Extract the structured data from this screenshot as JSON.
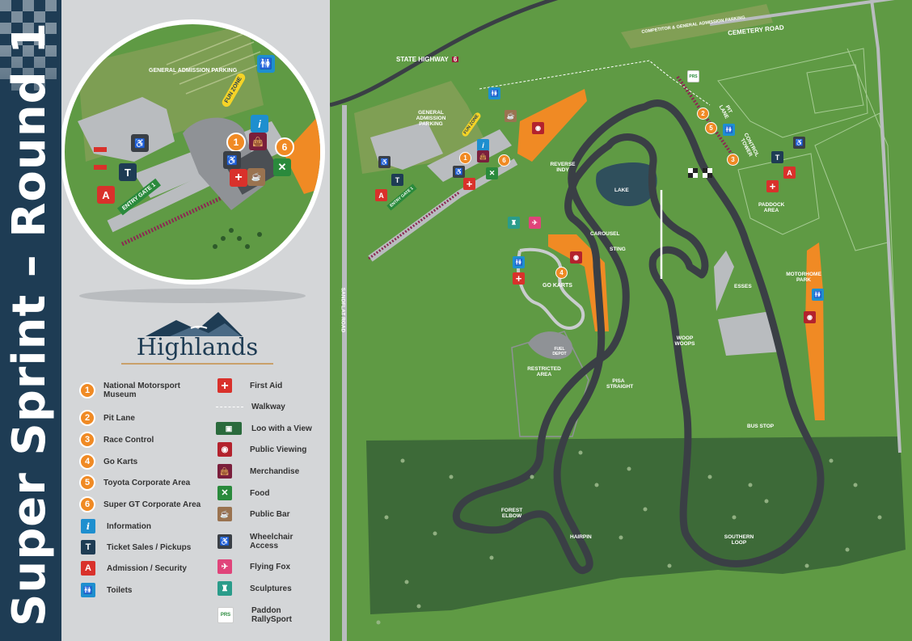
{
  "title": "Super Sprint – Round 1",
  "logo": {
    "name": "Highlands"
  },
  "colors": {
    "accent": "#f08a24",
    "navy": "#1e3c54",
    "grass": "#5f9a44",
    "forest": "#3d6a38",
    "track": "#3a3f45",
    "red": "#d9312b",
    "teal": "#2a9c8a",
    "blue": "#1e8fcf",
    "pink": "#e0447a",
    "brown": "#9a7350",
    "maroon": "#7a1f3c"
  },
  "legend": {
    "numbered": [
      {
        "num": "1",
        "label": "National Motorsport Museum"
      },
      {
        "num": "2",
        "label": "Pit Lane"
      },
      {
        "num": "3",
        "label": "Race Control"
      },
      {
        "num": "4",
        "label": "Go Karts"
      },
      {
        "num": "5",
        "label": "Toyota Corporate Area"
      },
      {
        "num": "6",
        "label": "Super GT Corporate Area"
      }
    ],
    "icons_left": [
      {
        "glyph": "i",
        "icon": "information-icon",
        "label": "Information"
      },
      {
        "glyph": "T",
        "icon": "ticket-icon",
        "label": "Ticket Sales / Pickups"
      },
      {
        "glyph": "A",
        "icon": "admission-icon",
        "label": "Admission / Security"
      },
      {
        "glyph": "🚻",
        "icon": "toilets-icon",
        "label": "Toilets"
      }
    ],
    "icons_right": [
      {
        "glyph": "+",
        "icon": "first-aid-icon",
        "label": "First Aid"
      },
      {
        "glyph": "",
        "icon": "walkway-icon",
        "label": "Walkway"
      },
      {
        "glyph": "▣",
        "icon": "loo-view-icon",
        "label": "Loo with a View"
      },
      {
        "glyph": "◉",
        "icon": "public-viewing-icon",
        "label": "Public Viewing"
      },
      {
        "glyph": "👜",
        "icon": "merchandise-icon",
        "label": "Merchandise"
      },
      {
        "glyph": "✕",
        "icon": "food-icon",
        "label": "Food"
      },
      {
        "glyph": "☕",
        "icon": "public-bar-icon",
        "label": "Public Bar"
      },
      {
        "glyph": "♿",
        "icon": "wheelchair-icon",
        "label": "Wheelchair Access"
      },
      {
        "glyph": "✈",
        "icon": "flying-fox-icon",
        "label": "Flying Fox"
      },
      {
        "glyph": "♜",
        "icon": "sculptures-icon",
        "label": "Sculptures"
      },
      {
        "glyph": "PRS",
        "icon": "paddon-icon",
        "label": "Paddon RallySport"
      }
    ]
  },
  "map_labels": {
    "state_highway": "STATE HIGHWAY",
    "highway_num": "6",
    "cemetery_road": "CEMETERY ROAD",
    "competitor_parking": "COMPETITOR & GENERAL ADMISSION PARKING",
    "general_parking": "GENERAL ADMISSION PARKING",
    "fun_zone": "FUN ZONE",
    "entry_gate": "ENTRY GATE 1",
    "sandflat_road": "SANDFLAT ROAD",
    "reverse_indy": "REVERSE INDY",
    "lake": "LAKE",
    "carousel": "CAROUSEL",
    "sting": "STING",
    "go_karts": "GO KARTS",
    "fuel_depot": "FUEL DEPOT",
    "restricted_area": "RESTRICTED AREA",
    "pisa_straight": "PISA STRAIGHT",
    "woop_woops": "WOOP WOOPS",
    "esses": "ESSES",
    "pit_lane": "PIT LANE",
    "control_tower": "CONTROL TOWER",
    "paddock_area": "PADDOCK AREA",
    "motorhome_park": "MOTORHOME PARK",
    "bus_stop": "BUS STOP",
    "forest_elbow": "FOREST ELBOW",
    "hairpin": "HAIRPIN",
    "southern_loop": "SOUTHERN LOOP",
    "prs": "PRS"
  },
  "zoom": {
    "general_parking": "GENERAL ADMISSION PARKING",
    "fun_zone": "FUN ZONE",
    "entry_gate": "ENTRY GATE 1"
  }
}
